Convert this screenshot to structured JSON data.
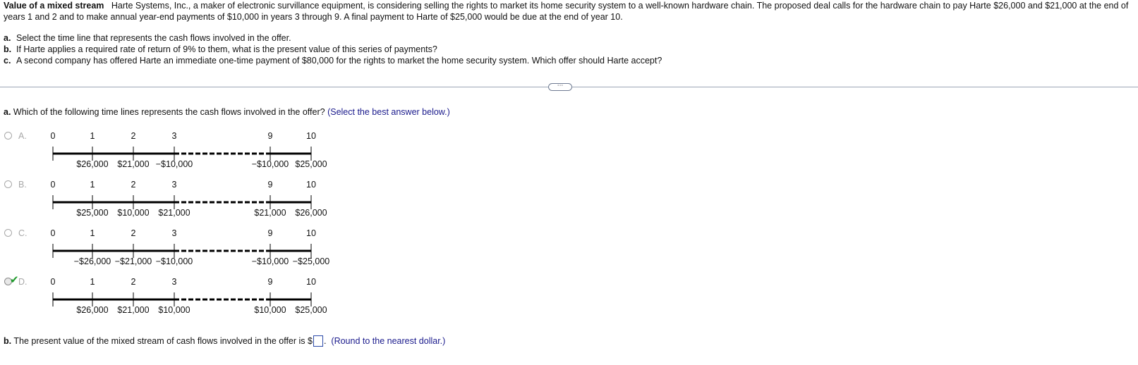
{
  "problem": {
    "title": "Value of a mixed stream",
    "body": "Harte Systems, Inc., a maker of electronic survillance equipment, is considering selling the rights to market its home security system to a well-known hardware chain. The proposed deal calls for the hardware chain to pay Harte $26,000 and $21,000 at the end of years 1 and 2 and to make annual year-end payments of $10,000 in years 3 through 9. A final payment to Harte of $25,000 would be due at the end of year 10.",
    "parts": [
      {
        "label": "a.",
        "text": "Select the time line that represents the cash flows involved in the offer."
      },
      {
        "label": "b.",
        "text": "If Harte applies a required rate of return of 9% to them, what is the present value of this series of payments?"
      },
      {
        "label": "c.",
        "text": "A second company has offered Harte an immediate one-time payment of $80,000 for the rights to market the home security system.  Which offer should Harte accept?"
      }
    ]
  },
  "more_button": "···",
  "question_a": {
    "label": "a.",
    "text": "Which of the following time lines represents the cash flows involved in the offer?",
    "hint": "(Select the best answer below.)"
  },
  "timeline_years": [
    "0",
    "1",
    "2",
    "3",
    "9",
    "10"
  ],
  "options": [
    {
      "letter": "A.",
      "selected": false,
      "cash_flows": [
        "$26,000",
        "$21,000",
        "−$10,000",
        "−$10,000",
        "$25,000"
      ]
    },
    {
      "letter": "B.",
      "selected": false,
      "cash_flows": [
        "$25,000",
        "$10,000",
        "$21,000",
        "$21,000",
        "$26,000"
      ]
    },
    {
      "letter": "C.",
      "selected": false,
      "cash_flows": [
        "−$26,000",
        "−$21,000",
        "−$10,000",
        "−$10,000",
        "−$25,000"
      ]
    },
    {
      "letter": "D.",
      "selected": true,
      "cash_flows": [
        "$26,000",
        "$21,000",
        "$10,000",
        "$10,000",
        "$25,000"
      ]
    }
  ],
  "question_b": {
    "label": "b.",
    "text_before": "The present value of the mixed stream of cash flows involved in the offer is $",
    "answer_value": "",
    "text_after": ".",
    "hint": "(Round to the nearest dollar.)"
  },
  "colors": {
    "accent": "#1a1a8c",
    "check": "#1e9a2a",
    "divider": "#9aa3b4",
    "input_border": "#2b4aa8"
  }
}
